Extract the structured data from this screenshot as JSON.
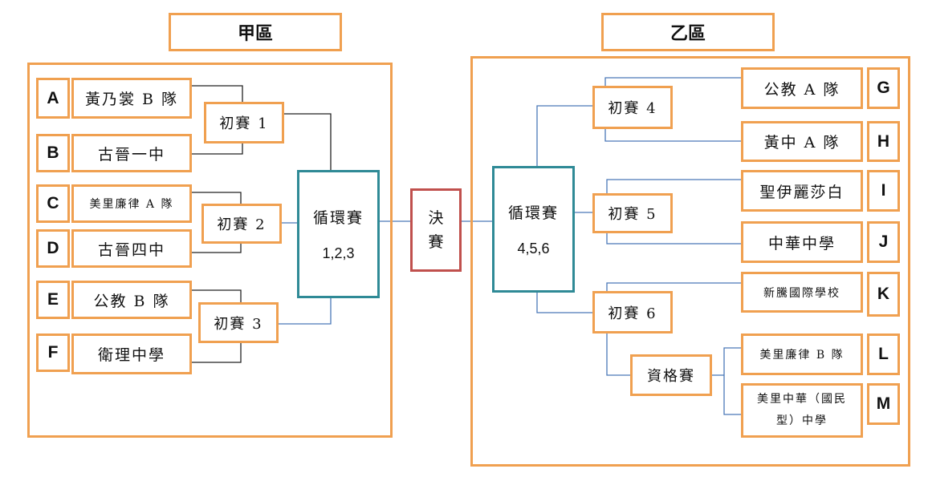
{
  "zones": {
    "left": {
      "title": "甲區"
    },
    "right": {
      "title": "乙區"
    }
  },
  "teams": [
    {
      "letter": "A",
      "name": "黃乃裳 B 隊"
    },
    {
      "letter": "B",
      "name": "古晉一中"
    },
    {
      "letter": "C",
      "name": "美里廉律 A 隊"
    },
    {
      "letter": "D",
      "name": "古晉四中"
    },
    {
      "letter": "E",
      "name": "公教 B 隊"
    },
    {
      "letter": "F",
      "name": "衛理中學"
    },
    {
      "letter": "G",
      "name": "公教 A 隊"
    },
    {
      "letter": "H",
      "name": "黃中 A 隊"
    },
    {
      "letter": "I",
      "name": "聖伊麗莎白"
    },
    {
      "letter": "J",
      "name": "中華中學"
    },
    {
      "letter": "K",
      "name": "新騰國際學校"
    },
    {
      "letter": "L",
      "name": "美里廉律 B 隊"
    },
    {
      "letter": "M",
      "name": "美里中華（國民型）中學"
    }
  ],
  "rounds": {
    "r1": "初賽 1",
    "r2": "初賽 2",
    "r3": "初賽 3",
    "r4": "初賽 4",
    "r5": "初賽 5",
    "r6": "初賽 6",
    "qualifier": "資格賽"
  },
  "round_robin": {
    "left": {
      "title": "循環賽",
      "games": "1,2,3"
    },
    "right": {
      "title": "循環賽",
      "games": "4,5,6"
    }
  },
  "final": {
    "line1": "決",
    "line2": "賽"
  },
  "colors": {
    "orange": "#f0a050",
    "teal": "#2f8a96",
    "red": "#c0504d",
    "line": "#4a78b8",
    "dark": "#222222"
  }
}
